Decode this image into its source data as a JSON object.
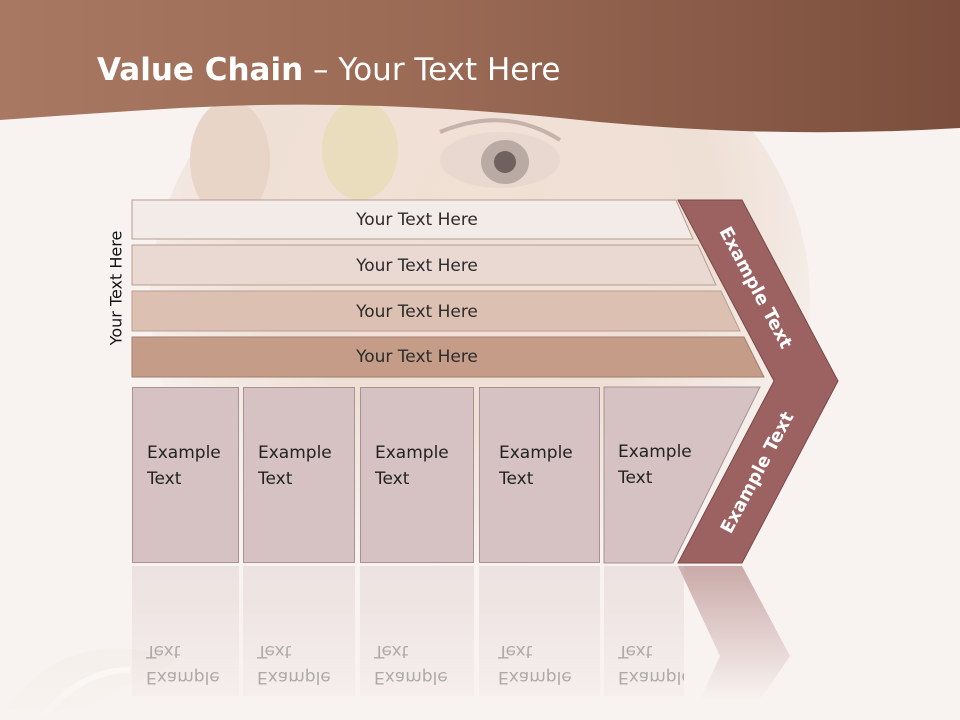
{
  "title": {
    "bold": "Value Chain",
    "rest": " – Your Text Here"
  },
  "side_label": "Your Text Here",
  "rows": [
    {
      "label": "Your Text Here"
    },
    {
      "label": "Your Text Here"
    },
    {
      "label": "Your Text Here"
    },
    {
      "label": "Your Text Here"
    }
  ],
  "columns": [
    {
      "line1": "Example",
      "line2": "Text"
    },
    {
      "line1": "Example",
      "line2": "Text"
    },
    {
      "line1": "Example",
      "line2": "Text"
    },
    {
      "line1": "Example",
      "line2": "Text"
    },
    {
      "line1": "Example",
      "line2": "Text"
    }
  ],
  "arrow": {
    "upper": "Example Text",
    "lower": "Example Text"
  },
  "colors": {
    "header": "#8a5a45",
    "arrow": "#9c6161",
    "column": "#d6c2c3",
    "row1": "#f3ebe8",
    "row2": "#ead9d2",
    "row3": "#dcc1b3",
    "row4": "#c49c88"
  }
}
